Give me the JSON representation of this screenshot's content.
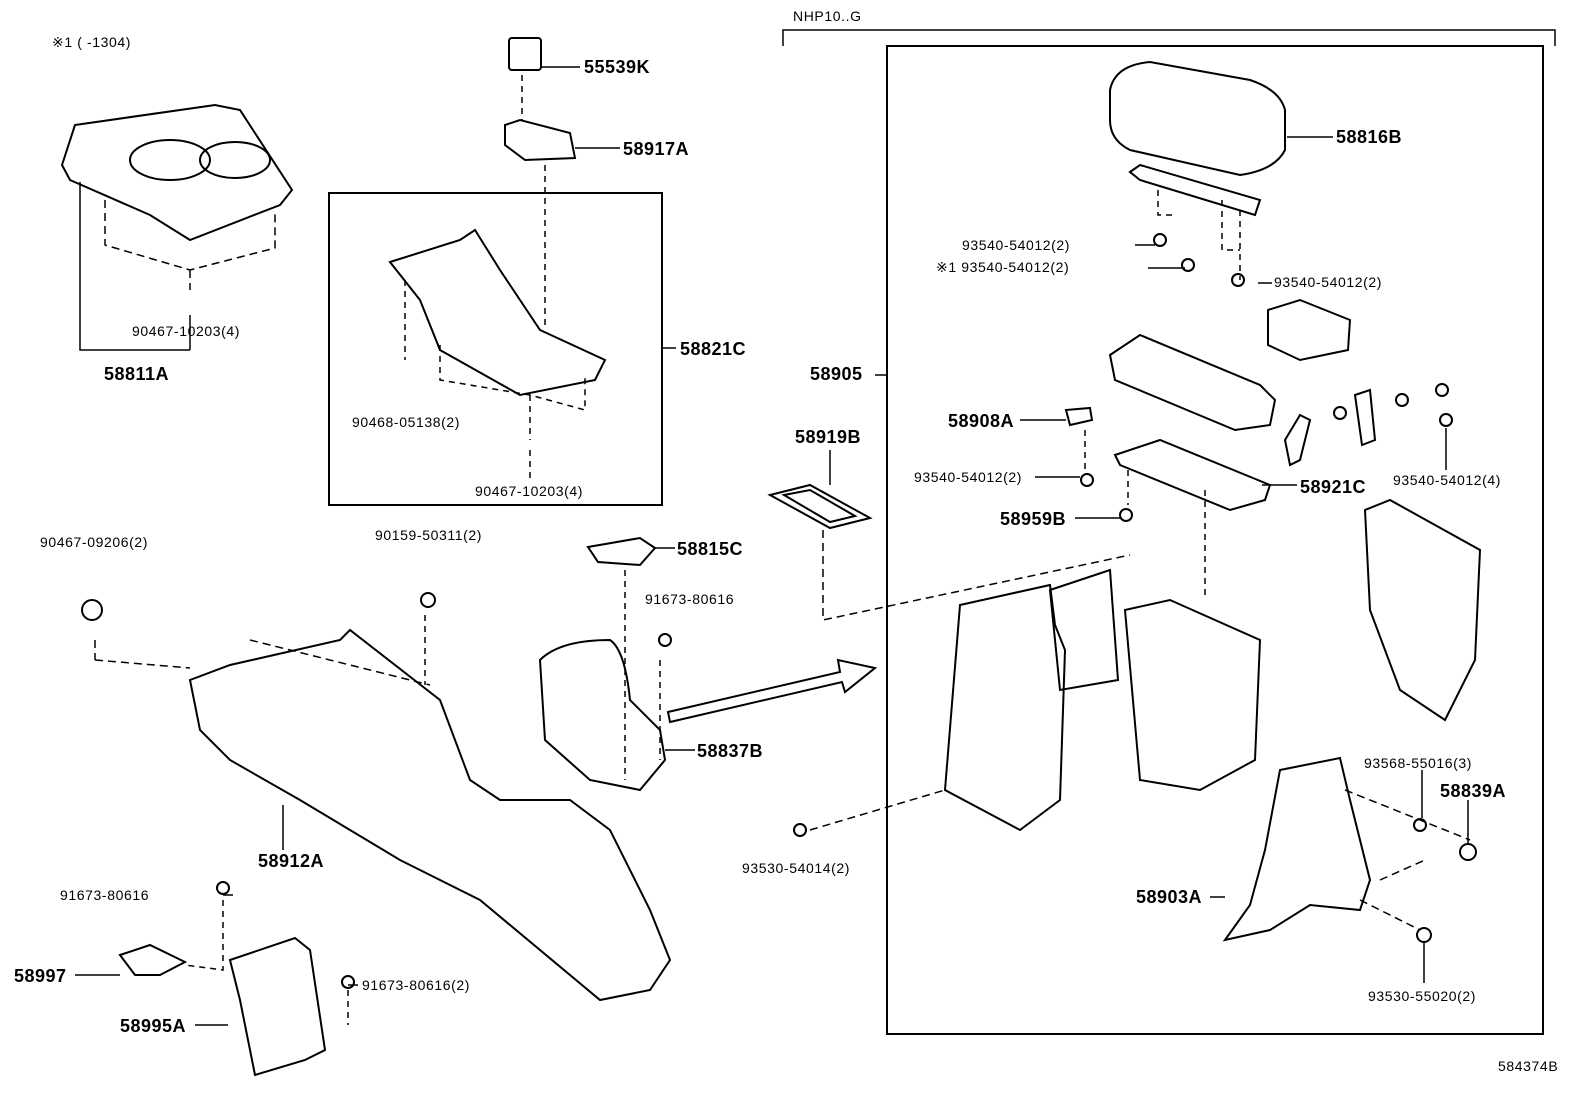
{
  "header": {
    "note": "※1 (      -1304)",
    "model_code": "NHP10..G",
    "diagram_id": "584374B"
  },
  "labels": {
    "p55539K": "55539K",
    "p58917A": "58917A",
    "p58811A": "58811A",
    "p90467_10203_a": "90467-10203(4)",
    "p58821C": "58821C",
    "p90468_05138": "90468-05138(2)",
    "p90467_10203_b": "90467-10203(4)",
    "p58816B": "58816B",
    "p93540_a": "93540-54012(2)",
    "p93540_b": "※1 93540-54012(2)",
    "p93540_c": "93540-54012(2)",
    "p58905": "58905",
    "p58908A": "58908A",
    "p58919B": "58919B",
    "p93540_d": "93540-54012(2)",
    "p58921C": "58921C",
    "p93540_e": "93540-54012(4)",
    "p58959B": "58959B",
    "p90467_09206": "90467-09206(2)",
    "p90159_50311": "90159-50311(2)",
    "p58815C": "58815C",
    "p91673_80616_a": "91673-80616",
    "p58837B": "58837B",
    "p93568_55016": "93568-55016(3)",
    "p58839A": "58839A",
    "p58912A": "58912A",
    "p93530_54014": "93530-54014(2)",
    "p58903A": "58903A",
    "p91673_80616_b": "91673-80616",
    "p58997": "58997",
    "p91673_80616_c": "91673-80616(2)",
    "p58995A": "58995A",
    "p93530_55020": "93530-55020(2)"
  }
}
